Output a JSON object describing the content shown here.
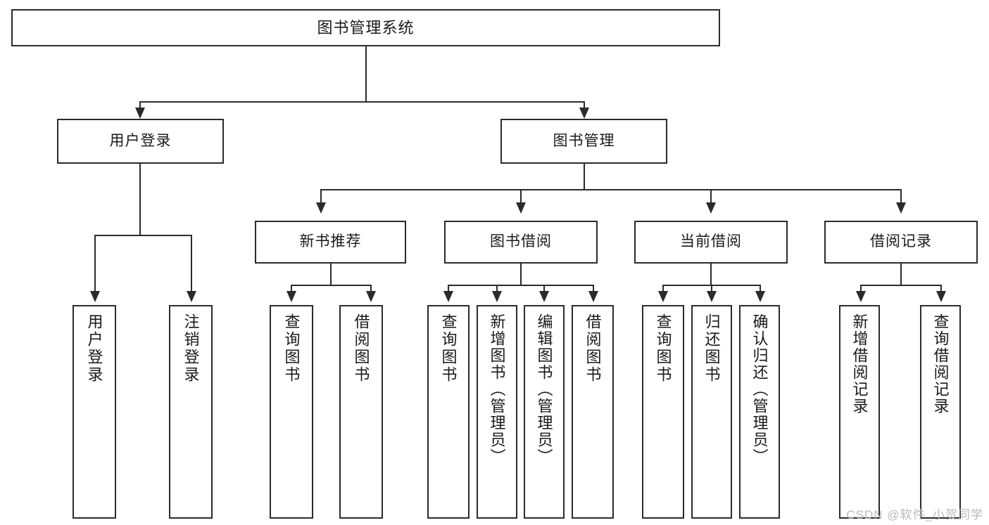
{
  "diagram": {
    "title": "图书管理系统",
    "type": "tree-hierarchy",
    "root": {
      "label": "图书管理系统"
    },
    "level2": [
      {
        "label": "用户登录"
      },
      {
        "label": "图书管理"
      }
    ],
    "level3": [
      {
        "label": "新书推荐"
      },
      {
        "label": "图书借阅"
      },
      {
        "label": "当前借阅"
      },
      {
        "label": "借阅记录"
      }
    ],
    "leaves_user_login": [
      {
        "label": "用户登录"
      },
      {
        "label": "注销登录"
      }
    ],
    "leaves_new_book": [
      {
        "label": "查询图书"
      },
      {
        "label": "借阅图书"
      }
    ],
    "leaves_borrow": [
      {
        "label": "查询图书"
      },
      {
        "label": "新增图书（管理员）"
      },
      {
        "label": "编辑图书（管理员）"
      },
      {
        "label": "借阅图书"
      }
    ],
    "leaves_current": [
      {
        "label": "查询图书"
      },
      {
        "label": "归还图书"
      },
      {
        "label": "确认归还（管理员）"
      }
    ],
    "leaves_record": [
      {
        "label": "新增借阅记录"
      },
      {
        "label": "查询借阅记录"
      }
    ]
  },
  "watermark": {
    "text": "CSDN @软件_小贺同学"
  },
  "colors": {
    "stroke": "#2b2b2b",
    "fill": "#ffffff",
    "text": "#1a1a1a",
    "watermark": "#b9b9b9"
  }
}
